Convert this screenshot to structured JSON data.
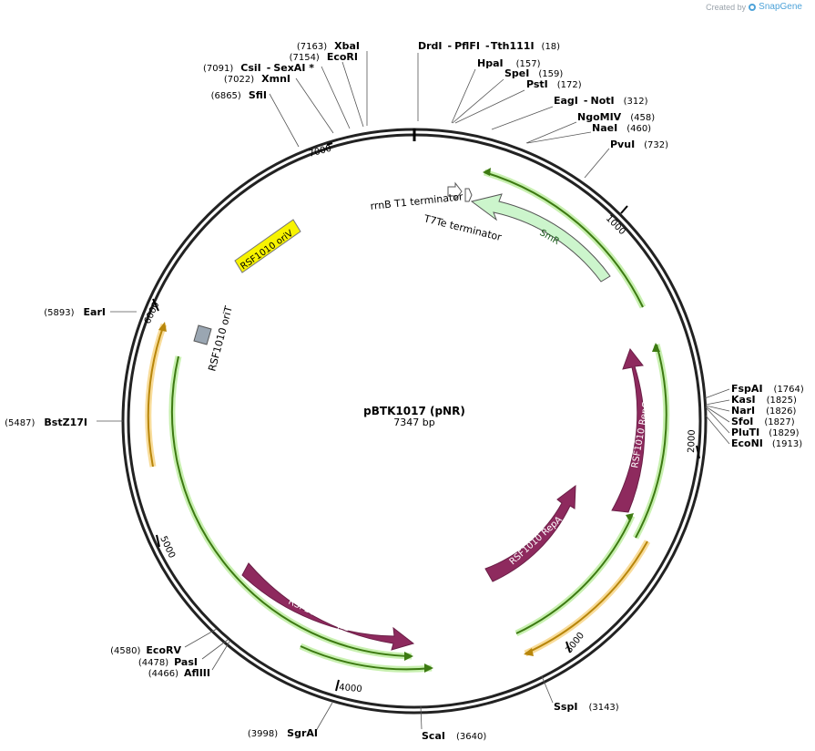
{
  "credit": {
    "prefix": "Created by",
    "brand": "SnapGene"
  },
  "plasmid": {
    "name": "pBTK1017 (pNR)",
    "length": "7347 bp"
  },
  "ticks": [
    "1000",
    "2000",
    "3000",
    "4000",
    "5000",
    "6000",
    "7000"
  ],
  "sites": [
    {
      "name": "DrdI",
      "pos": "",
      "pre": ""
    },
    {
      "name": "PflFI",
      "pos": "",
      "pre": "-"
    },
    {
      "name": "Tth111I",
      "pos": "(18)",
      "pre": "-"
    },
    {
      "name": "HpaI",
      "pos": "(157)",
      "pre": ""
    },
    {
      "name": "SpeI",
      "pos": "(159)",
      "pre": ""
    },
    {
      "name": "PstI",
      "pos": "(172)",
      "pre": ""
    },
    {
      "name": "EagI",
      "pos": "",
      "pre": ""
    },
    {
      "name": "NotI",
      "pos": "(312)",
      "pre": "-"
    },
    {
      "name": "NgoMIV",
      "pos": "(458)",
      "pre": ""
    },
    {
      "name": "NaeI",
      "pos": "(460)",
      "pre": ""
    },
    {
      "name": "PvuI",
      "pos": "(732)",
      "pre": ""
    },
    {
      "name": "FspAI",
      "pos": "(1764)",
      "pre": ""
    },
    {
      "name": "KasI",
      "pos": "(1825)",
      "pre": ""
    },
    {
      "name": "NarI",
      "pos": "(1826)",
      "pre": ""
    },
    {
      "name": "SfoI",
      "pos": "(1827)",
      "pre": ""
    },
    {
      "name": "PluTI",
      "pos": "(1829)",
      "pre": ""
    },
    {
      "name": "EcoNI",
      "pos": "(1913)",
      "pre": ""
    },
    {
      "name": "SspI",
      "pos": "(3143)",
      "pre": ""
    },
    {
      "name": "ScaI",
      "pos": "(3640)",
      "pre": ""
    },
    {
      "name": "SgrAI",
      "pos": "(3998)",
      "pre": ""
    },
    {
      "name": "AflIII",
      "pos": "(4466)",
      "pre": ""
    },
    {
      "name": "PasI",
      "pos": "(4478)",
      "pre": ""
    },
    {
      "name": "EcoRV",
      "pos": "(4580)",
      "pre": ""
    },
    {
      "name": "BstZ17I",
      "pos": "(5487)",
      "pre": ""
    },
    {
      "name": "EarI",
      "pos": "(5893)",
      "pre": ""
    },
    {
      "name": "SfiI",
      "pos": "(6865)",
      "pre": ""
    },
    {
      "name": "XmnI",
      "pos": "(7022)",
      "pre": ""
    },
    {
      "name": "CsiI",
      "pos": "(7091)",
      "pre": ""
    },
    {
      "name": "SexAI *",
      "pos": "",
      "pre": "-"
    },
    {
      "name": "EcoRI",
      "pos": "(7154)",
      "pre": ""
    },
    {
      "name": "XbaI",
      "pos": "(7163)",
      "pre": ""
    }
  ],
  "features": {
    "smr": "SmR",
    "rrnb": "rrnB T1 terminator",
    "t7te": "T7Te terminator",
    "oriv": "RSF1010 oriV",
    "orit": "RSF1010 oriT",
    "repc": "RSF1010 RepC",
    "repa": "RSF1010 RepA",
    "repb": "RSF1010 RepB"
  },
  "colors": {
    "backbone": "#222222",
    "primer_green": "#3d7a12",
    "primer_glow": "#c8f0b0",
    "primer_orange": "#b8860b",
    "primer_orange_glow": "#f8dc9a",
    "rep_protein": "#8e2a5e",
    "smr_fill": "#ccf5cc",
    "oriv_fill": "#f7f300",
    "orit_fill": "#9aa6b2"
  }
}
